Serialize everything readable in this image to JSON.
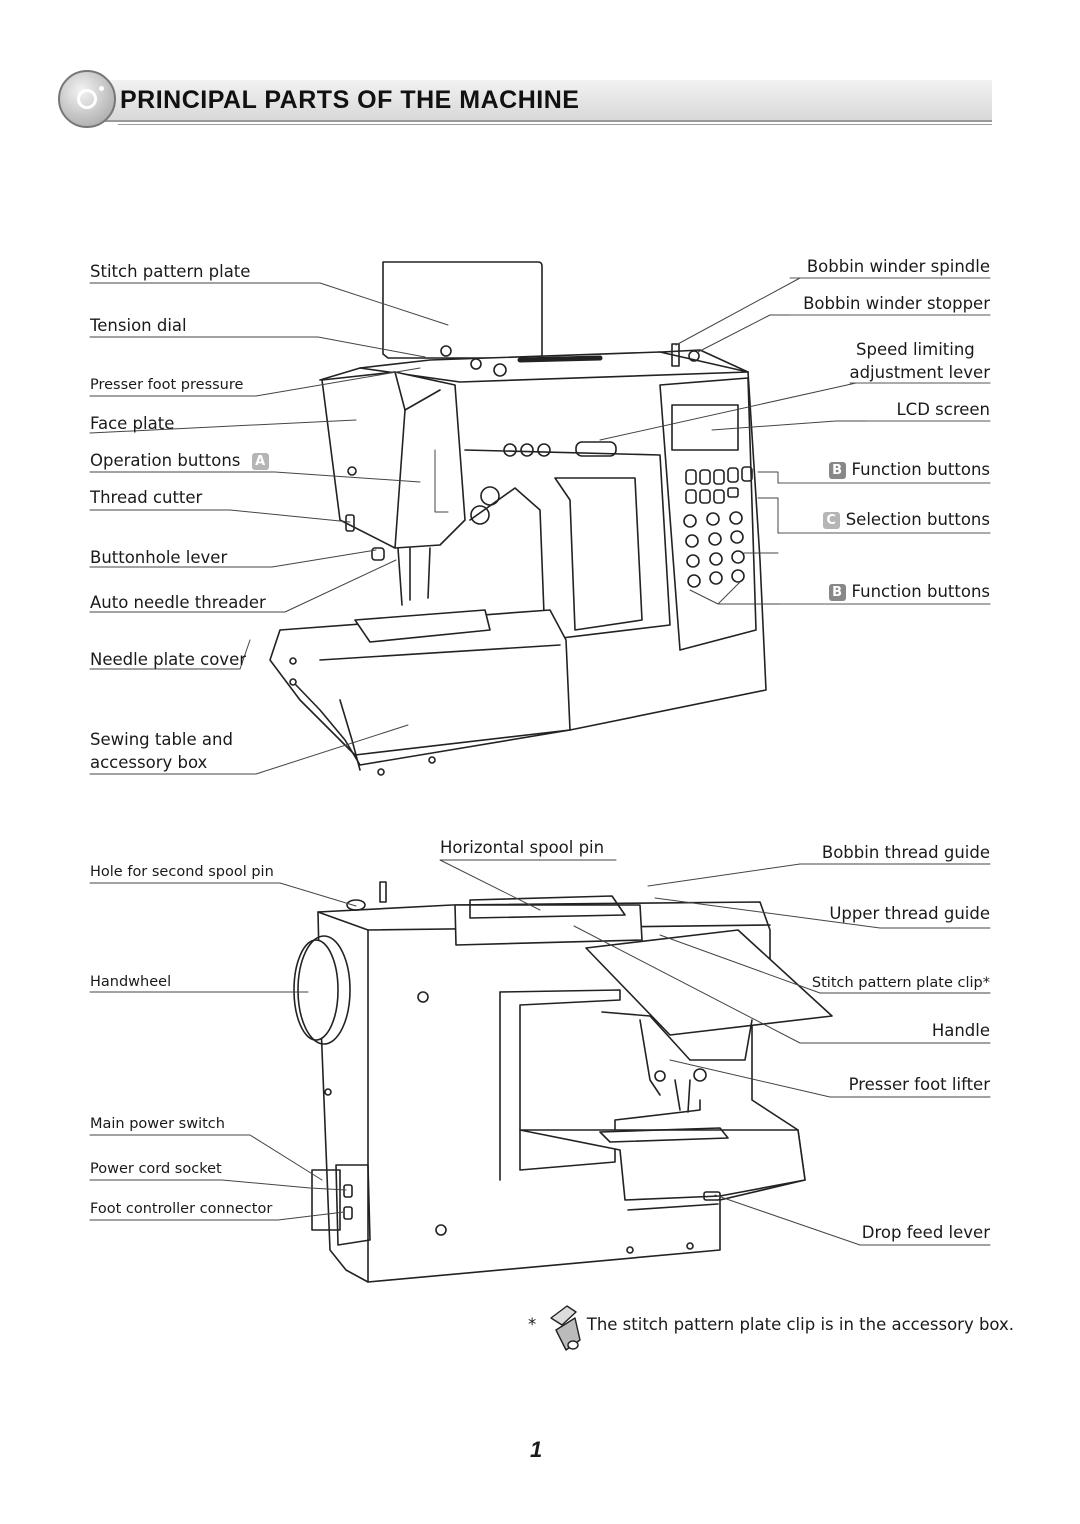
{
  "header": {
    "title": "PRINCIPAL PARTS OF THE MACHINE",
    "badge_icon": "circle-bullet-icon"
  },
  "front_view": {
    "left_labels": [
      "Stitch pattern plate",
      "Tension dial",
      "Presser foot pressure",
      "Face plate",
      "Operation buttons",
      "Thread cutter",
      "Buttonhole lever",
      "Auto needle threader",
      "Needle plate cover",
      "Sewing table and",
      "accessory box"
    ],
    "operation_buttons_key": "A",
    "right_labels": {
      "bobbin_winder_spindle": "Bobbin winder spindle",
      "bobbin_winder_stopper": "Bobbin winder stopper",
      "speed_line1": "Speed limiting",
      "speed_line2": "adjustment lever",
      "lcd_screen": "LCD screen",
      "function_buttons_1": "Function buttons",
      "function_key_1": "B",
      "selection_buttons": "Selection buttons",
      "selection_key": "C",
      "function_buttons_2": "Function buttons",
      "function_key_2": "B"
    }
  },
  "back_view": {
    "horizontal_spool_pin": "Horizontal spool pin",
    "left_labels": {
      "hole_second_spool": "Hole for second spool pin",
      "handwheel": "Handwheel",
      "main_power_switch": "Main power switch",
      "power_cord_socket": "Power cord socket",
      "foot_controller_connector": "Foot controller connector"
    },
    "right_labels": {
      "bobbin_thread_guide": "Bobbin thread guide",
      "upper_thread_guide": "Upper thread guide",
      "stitch_plate_clip": "Stitch pattern plate clip*",
      "handle": "Handle",
      "presser_foot_lifter": "Presser foot lifter",
      "drop_feed_lever": "Drop feed lever"
    }
  },
  "footnote": {
    "asterisk": "*",
    "text": "The stitch pattern plate clip is in the accessory box.",
    "icon": "plate-clip-icon"
  },
  "page_number": "1"
}
